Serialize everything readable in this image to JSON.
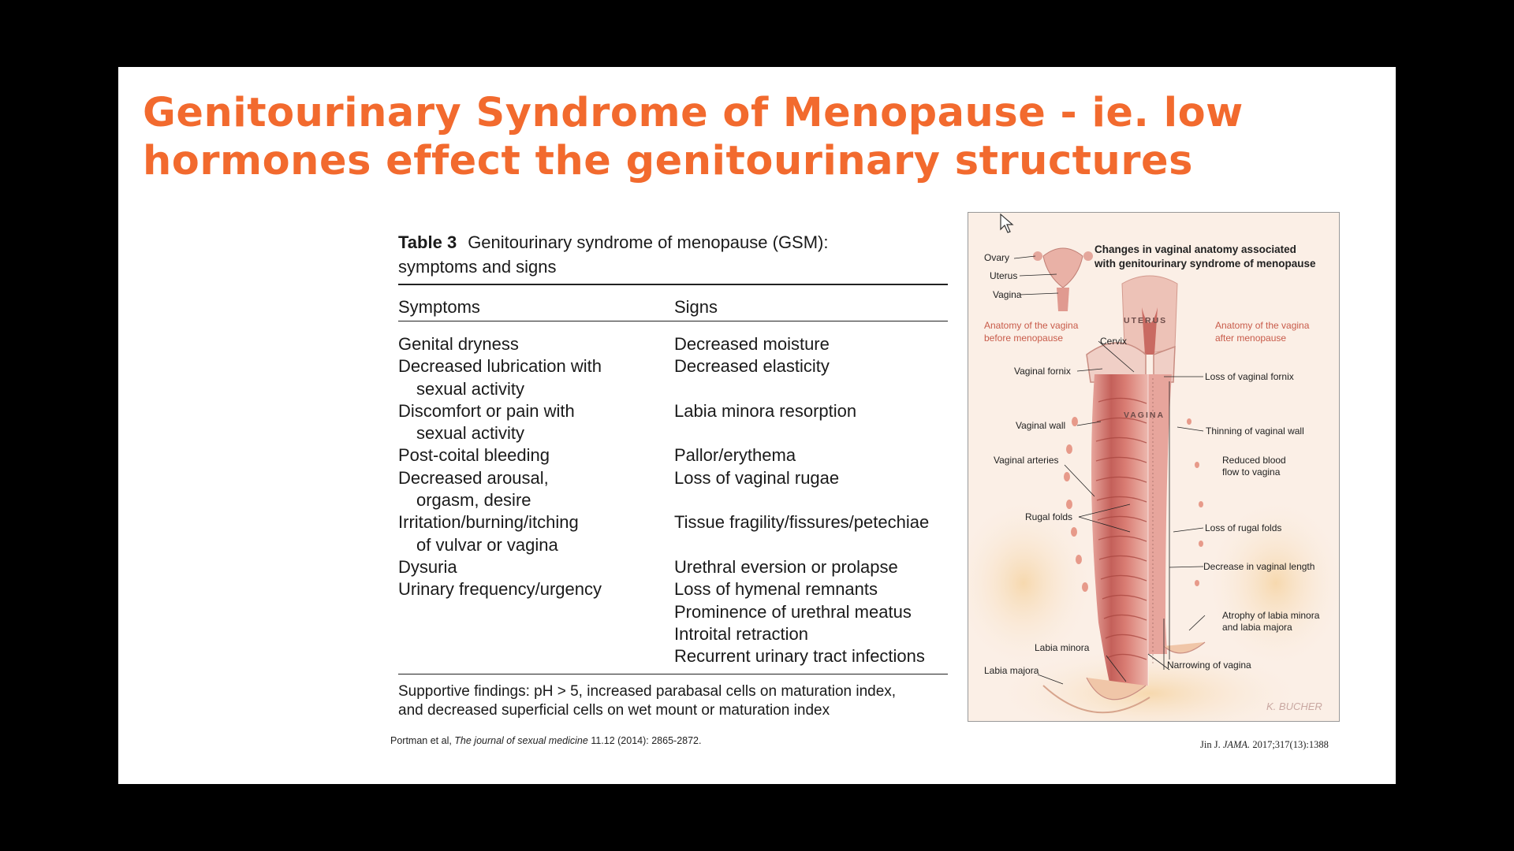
{
  "slide": {
    "title": "Genitourinary Syndrome of Menopause - ie. low hormones effect the genitourinary structures"
  },
  "table": {
    "number": "Table 3",
    "caption_line1": "Genitourinary syndrome of menopause (GSM):",
    "caption_line2": "symptoms and signs",
    "headers": {
      "symptoms": "Symptoms",
      "signs": "Signs"
    },
    "symptoms": [
      {
        "line1": "Genital dryness"
      },
      {
        "line1": "Decreased lubrication with",
        "line2": "sexual activity"
      },
      {
        "line1": "Discomfort or pain with",
        "line2": "sexual activity"
      },
      {
        "line1": "Post-coital bleeding"
      },
      {
        "line1": "Decreased arousal,",
        "line2": "orgasm, desire"
      },
      {
        "line1": "Irritation/burning/itching",
        "line2": "of vulvar or vagina"
      },
      {
        "line1": "Dysuria"
      },
      {
        "line1": "Urinary frequency/urgency"
      }
    ],
    "signs": [
      "Decreased moisture",
      "Decreased elasticity",
      "Labia minora resorption",
      "Pallor/erythema",
      "Loss of vaginal rugae",
      "Tissue fragility/fissures/petechiae",
      "Urethral eversion or prolapse",
      "Loss of hymenal remnants",
      "Prominence of urethral meatus",
      "Introital retraction",
      "Recurrent urinary tract infections"
    ],
    "footnote_line1": "Supportive findings: pH > 5, increased parabasal cells on maturation index,",
    "footnote_line2": "and decreased superficial cells on wet mount or maturation index"
  },
  "citation_left": {
    "authors": "Portman et al, ",
    "journal": "The journal of sexual medicine",
    "details": " 11.12 (2014): 2865-2872."
  },
  "figure": {
    "heading_line1": "Changes in vaginal anatomy associated",
    "heading_line2": "with genitourinary syndrome of menopause",
    "inset": {
      "ovary": "Ovary",
      "uterus": "Uterus",
      "vagina": "Vagina"
    },
    "before_line1": "Anatomy of the vagina",
    "before_line2": "before menopause",
    "after_line1": "Anatomy of the vagina",
    "after_line2": "after menopause",
    "uterus_caps": "UTERUS",
    "vagina_caps": "VAGINA",
    "left_labels": {
      "cervix": "Cervix",
      "vaginal_fornix": "Vaginal fornix",
      "vaginal_wall": "Vaginal wall",
      "vaginal_arteries": "Vaginal arteries",
      "rugal_folds": "Rugal folds",
      "labia_minora": "Labia minora",
      "labia_majora": "Labia majora"
    },
    "right_labels": {
      "loss_fornix": "Loss of vaginal fornix",
      "thinning_wall": "Thinning of vaginal wall",
      "reduced_blood_line1": "Reduced blood",
      "reduced_blood_line2": "flow to vagina",
      "loss_rugal": "Loss of rugal folds",
      "decrease_length": "Decrease in vaginal length",
      "atrophy_line1": "Atrophy of labia minora",
      "atrophy_line2": "and labia majora",
      "narrowing": "Narrowing of vagina"
    },
    "signature": "K. BUCHER"
  },
  "citation_right": {
    "author": "Jin J. ",
    "journal": "JAMA.",
    "details": " 2017;317(13):1388"
  },
  "colors": {
    "title": "#f26a2e",
    "figure_bg": "#fbefe6",
    "tissue": "#d4766f"
  }
}
